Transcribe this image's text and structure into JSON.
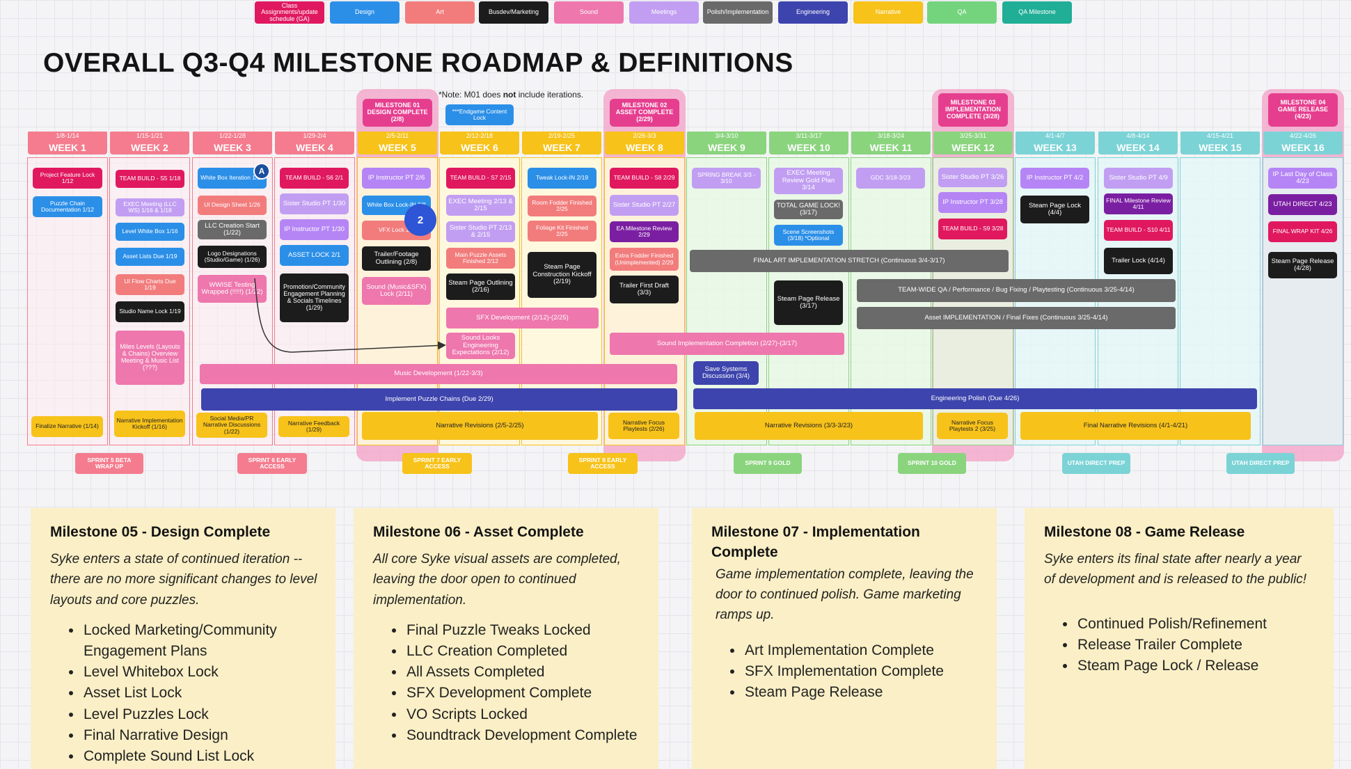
{
  "colors": {
    "ci": "#e0195f",
    "design": "#2b8fe8",
    "art": "#f27c7c",
    "business": "#1c1c1c",
    "sound": "#ee77ad",
    "meetings": "#c19ef2",
    "polish": "#6a6a6a",
    "engineering": "#3d44ad",
    "narrative": "#f7c21a",
    "qa": "#74d47e",
    "qa_milestone": "#20ae96",
    "ip": "#b585f5",
    "exec": "#c19ef2",
    "milestone_pink": "#e63e8f",
    "w_pink": "#f47c8e",
    "w_yellow": "#f7c21a",
    "w_green": "#8ad47e",
    "w_teal": "#7bd3d6"
  },
  "legend": [
    {
      "label": "Class Assignments/update schedule (GA)"
    },
    {
      "label": "Design"
    },
    {
      "label": "Art"
    },
    {
      "label": "Busdev/Marketing"
    },
    {
      "label": "Sound"
    },
    {
      "label": "Meetings"
    },
    {
      "label": "Polish/Implementation"
    },
    {
      "label": "Engineering"
    },
    {
      "label": "Narrative"
    },
    {
      "label": "QA"
    },
    {
      "label": "QA Milestone"
    }
  ],
  "title": "OVERALL Q3-Q4 MILESTONE ROADMAP & DEFINITIONS",
  "note": {
    "prefix": "*Note: M01 does ",
    "bold": "not",
    "suffix": " include iterations."
  },
  "weeks": [
    {
      "date": "1/8-1/14",
      "label": "WEEK 1"
    },
    {
      "date": "1/15-1/21",
      "label": "WEEK 2"
    },
    {
      "date": "1/22-1/28",
      "label": "WEEK 3"
    },
    {
      "date": "1/29-2/4",
      "label": "WEEK 4"
    },
    {
      "date": "2/5-2/11",
      "label": "WEEK 5"
    },
    {
      "date": "2/12-2/18",
      "label": "WEEK 6"
    },
    {
      "date": "2/19-2/25",
      "label": "WEEK 7"
    },
    {
      "date": "2/26-3/3",
      "label": "WEEK 8"
    },
    {
      "date": "3/4-3/10",
      "label": "WEEK 9"
    },
    {
      "date": "3/11-3/17",
      "label": "WEEK 10"
    },
    {
      "date": "3/18-3/24",
      "label": "WEEK 11"
    },
    {
      "date": "3/25-3/31",
      "label": "WEEK 12"
    },
    {
      "date": "4/1-4/7",
      "label": "WEEK 13"
    },
    {
      "date": "4/8-4/14",
      "label": "WEEK 14"
    },
    {
      "date": "4/15-4/21",
      "label": "WEEK 15"
    },
    {
      "date": "4/22-4/26",
      "label": "WEEK 16"
    }
  ],
  "milestones": [
    {
      "label": "MILESTONE 01 DESIGN COMPLETE (2/8)"
    },
    {
      "label": "MILESTONE 02 ASSET COMPLETE (2/29)"
    },
    {
      "label": "MILESTONE 03 IMPLEMENTATION COMPLETE (3/28)"
    },
    {
      "label": "MILESTONE 04 GAME RELEASE (4/23)"
    }
  ],
  "endgame_note": "***Endgame Content Lock",
  "cards": {
    "w1": [
      "Project Feature Lock 1/12",
      "Puzzle Chain Documentation 1/12",
      "Finalize Narrative (1/14)"
    ],
    "w2": [
      "TEAM BUILD - S5 1/18",
      "EXEC Meeting (LLC WS) 1/16 & 1/18",
      "Level White Box 1/16",
      "Asset Lists Due 1/19",
      "UI Flow Charts Due 1/19",
      "Studio Name Lock 1/19",
      "Miles Levels (Layouts & Chains) Overview Meeting & Music List (???)",
      "Narrative Implementation Kickoff (1/16)"
    ],
    "w3": [
      "White Box Iteration 1/26",
      "UI Design Sheet 1/26",
      "LLC Creation Start (1/22)",
      "Logo Designations (Studio/Game) (1/26)",
      "WWISE Testing Wrapped (!!!!!) (1/22)",
      "Social Media/PR Narrative Discussions (1/22)"
    ],
    "w4": [
      "TEAM BUILD - S6 2/1",
      "Sister Studio PT 1/30",
      "IP Instructor PT 1/30",
      "ASSET LOCK 2/1",
      "Promotion/Community Engagement Planning & Socials Timelines (1/29)",
      "Narrative Feedback (1/29)"
    ],
    "w5": [
      "IP Instructor PT 2/6",
      "White Box Lock-IN 2/8",
      "VFX Lock 2/6",
      "Trailer/Footage Outlining (2/8)",
      "Sound (Music&SFX) Lock (2/11)"
    ],
    "w6": [
      "TEAM BUILD - S7 2/15",
      "EXEC Meeting 2/13 & 2/15",
      "Sister Studio PT 2/13 & 2/15",
      "Main Puzzle Assets Finished 2/12",
      "Steam Page Outlining (2/16)",
      "Sound Looks Engineering Expectations (2/12)"
    ],
    "w7": [
      "Tweak Lock-IN 2/19",
      "Room Fodder Finished 2/25",
      "Foliage Kit Finished 2/25",
      "Steam Page Construction Kickoff (2/19)"
    ],
    "w8": [
      "TEAM BUILD - S8 2/29",
      "Sister Studio PT 2/27",
      "EA Milestone Review 2/29",
      "Extra Fodder Finished (Unimplemented) 2/29",
      "Trailer First Draft (3/3)",
      "Narrative Focus Playtests (2/26)"
    ],
    "w9": [
      "SPRING BREAK 3/3 - 3/10",
      "Save Systems Discussion (3/4)"
    ],
    "w10": [
      "EXEC Meeting Review Gold Plan 3/14",
      "TOTAL GAME LOCK! (3/17)",
      "Scene Screenshots (3/18) *Optional",
      "Steam Page Release (3/17)"
    ],
    "w11": [
      "GDC 3/18-3/23"
    ],
    "w12": [
      "Sister Studio PT 3/26",
      "IP Instructor PT 3/28",
      "TEAM BUILD - S9 3/28",
      "Narrative Focus Playtests 2 (3/25)"
    ],
    "w13": [
      "IP Instructor PT 4/2",
      "Steam Page Lock (4/4)"
    ],
    "w14": [
      "Sister Studio PT 4/9",
      "FINAL Milestone Review 4/11",
      "TEAM BUILD - S10 4/11",
      "Trailer Lock (4/14)"
    ],
    "w16": [
      "IP Last Day of Class 4/23",
      "UTAH DIRECT 4/23",
      "FINAL WRAP KIT 4/26",
      "Steam Page Release (4/28)"
    ]
  },
  "bars": {
    "sfx_dev": "SFX Development (2/12)-(2/25)",
    "final_art": "FINAL ART IMPLEMENTATION STRETCH (Continuous 3/4-3/17)",
    "team_qa": "TEAM-WIDE QA / Performance / Bug Fixing / Playtesting (Continuous 3/25-4/14)",
    "asset_impl": "Asset IMPLEMENTATION / Final Fixes (Continuous 3/25-4/14)",
    "sound_impl": "Sound Implementation Completion (2/27)-(3/17)",
    "music_dev": "Music Development (1/22-3/3)",
    "puzzle_chains": "Implement Puzzle Chains (Due 2/29)",
    "eng_polish": "Engineering Polish (Due 4/26)",
    "narr_rev1": "Narrative Revisions (2/5-2/25)",
    "narr_rev2": "Narrative Revisions (3/3-3/23)",
    "narr_final": "Final Narrative Revisions (4/1-4/21)"
  },
  "sprints": [
    {
      "label": "SPRINT 5 BETA WRAP UP"
    },
    {
      "label": "SPRINT 6 EARLY ACCESS"
    },
    {
      "label": "SPRINT 7 EARLY ACCESS"
    },
    {
      "label": "SPRINT 8 EARLY ACCESS"
    },
    {
      "label": "SPRINT 9 GOLD"
    },
    {
      "label": "SPRINT 10 GOLD"
    },
    {
      "label": "UTAH DIRECT PREP"
    },
    {
      "label": "UTAH DIRECT PREP"
    }
  ],
  "badges": {
    "a": "A",
    "two": "2"
  },
  "definitions": [
    {
      "title": "Milestone 05 - Design Complete",
      "desc": "Syke enters a state of continued iteration -- there are no more significant changes to level layouts and core puzzles.",
      "items": [
        "Locked Marketing/Community Engagement Plans",
        "Level Whitebox Lock",
        "Asset List Lock",
        "Level Puzzles Lock",
        "Final Narrative Design",
        "Complete Sound List Lock"
      ]
    },
    {
      "title": "Milestone 06 - Asset Complete",
      "desc": "All core Syke visual assets are completed, leaving the door open to continued implementation.",
      "items": [
        "Final Puzzle Tweaks Locked",
        "LLC Creation Completed",
        "All Assets Completed",
        "SFX Development Complete",
        "VO Scripts Locked",
        "Soundtrack Development Complete"
      ]
    },
    {
      "title": "Milestone 07 - Implementation Complete",
      "desc": "Game implementation complete, leaving the door to continued polish. Game marketing ramps up.",
      "items": [
        "Art Implementation Complete",
        "SFX Implementation Complete",
        "Steam Page Release"
      ]
    },
    {
      "title": "Milestone 08 - Game Release",
      "desc": "Syke enters its final state after nearly a year of development and is released to the public!",
      "items": [
        "Continued Polish/Refinement",
        "Release Trailer Complete",
        "Steam Page Lock / Release"
      ]
    }
  ]
}
